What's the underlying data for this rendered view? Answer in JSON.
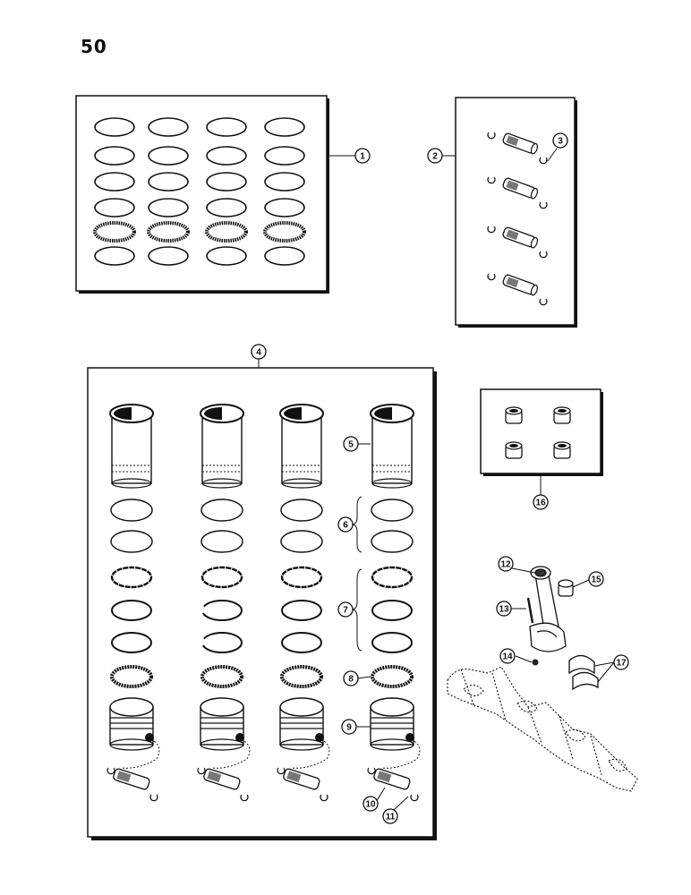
{
  "page": {
    "number": "50"
  },
  "callouts": [
    {
      "id": "c1",
      "label": "1"
    },
    {
      "id": "c2",
      "label": "2"
    },
    {
      "id": "c3",
      "label": "3"
    },
    {
      "id": "c4",
      "label": "4"
    },
    {
      "id": "c5",
      "label": "5"
    },
    {
      "id": "c6",
      "label": "6"
    },
    {
      "id": "c7",
      "label": "7"
    },
    {
      "id": "c8",
      "label": "8"
    },
    {
      "id": "c9",
      "label": "9"
    },
    {
      "id": "c10",
      "label": "10"
    },
    {
      "id": "c11",
      "label": "11"
    },
    {
      "id": "c12",
      "label": "12"
    },
    {
      "id": "c13",
      "label": "13"
    },
    {
      "id": "c14",
      "label": "14"
    },
    {
      "id": "c15",
      "label": "15"
    },
    {
      "id": "c16",
      "label": "16"
    },
    {
      "id": "c17",
      "label": "17"
    }
  ],
  "colors": {
    "ink": "#111111",
    "paper": "#ffffff"
  }
}
